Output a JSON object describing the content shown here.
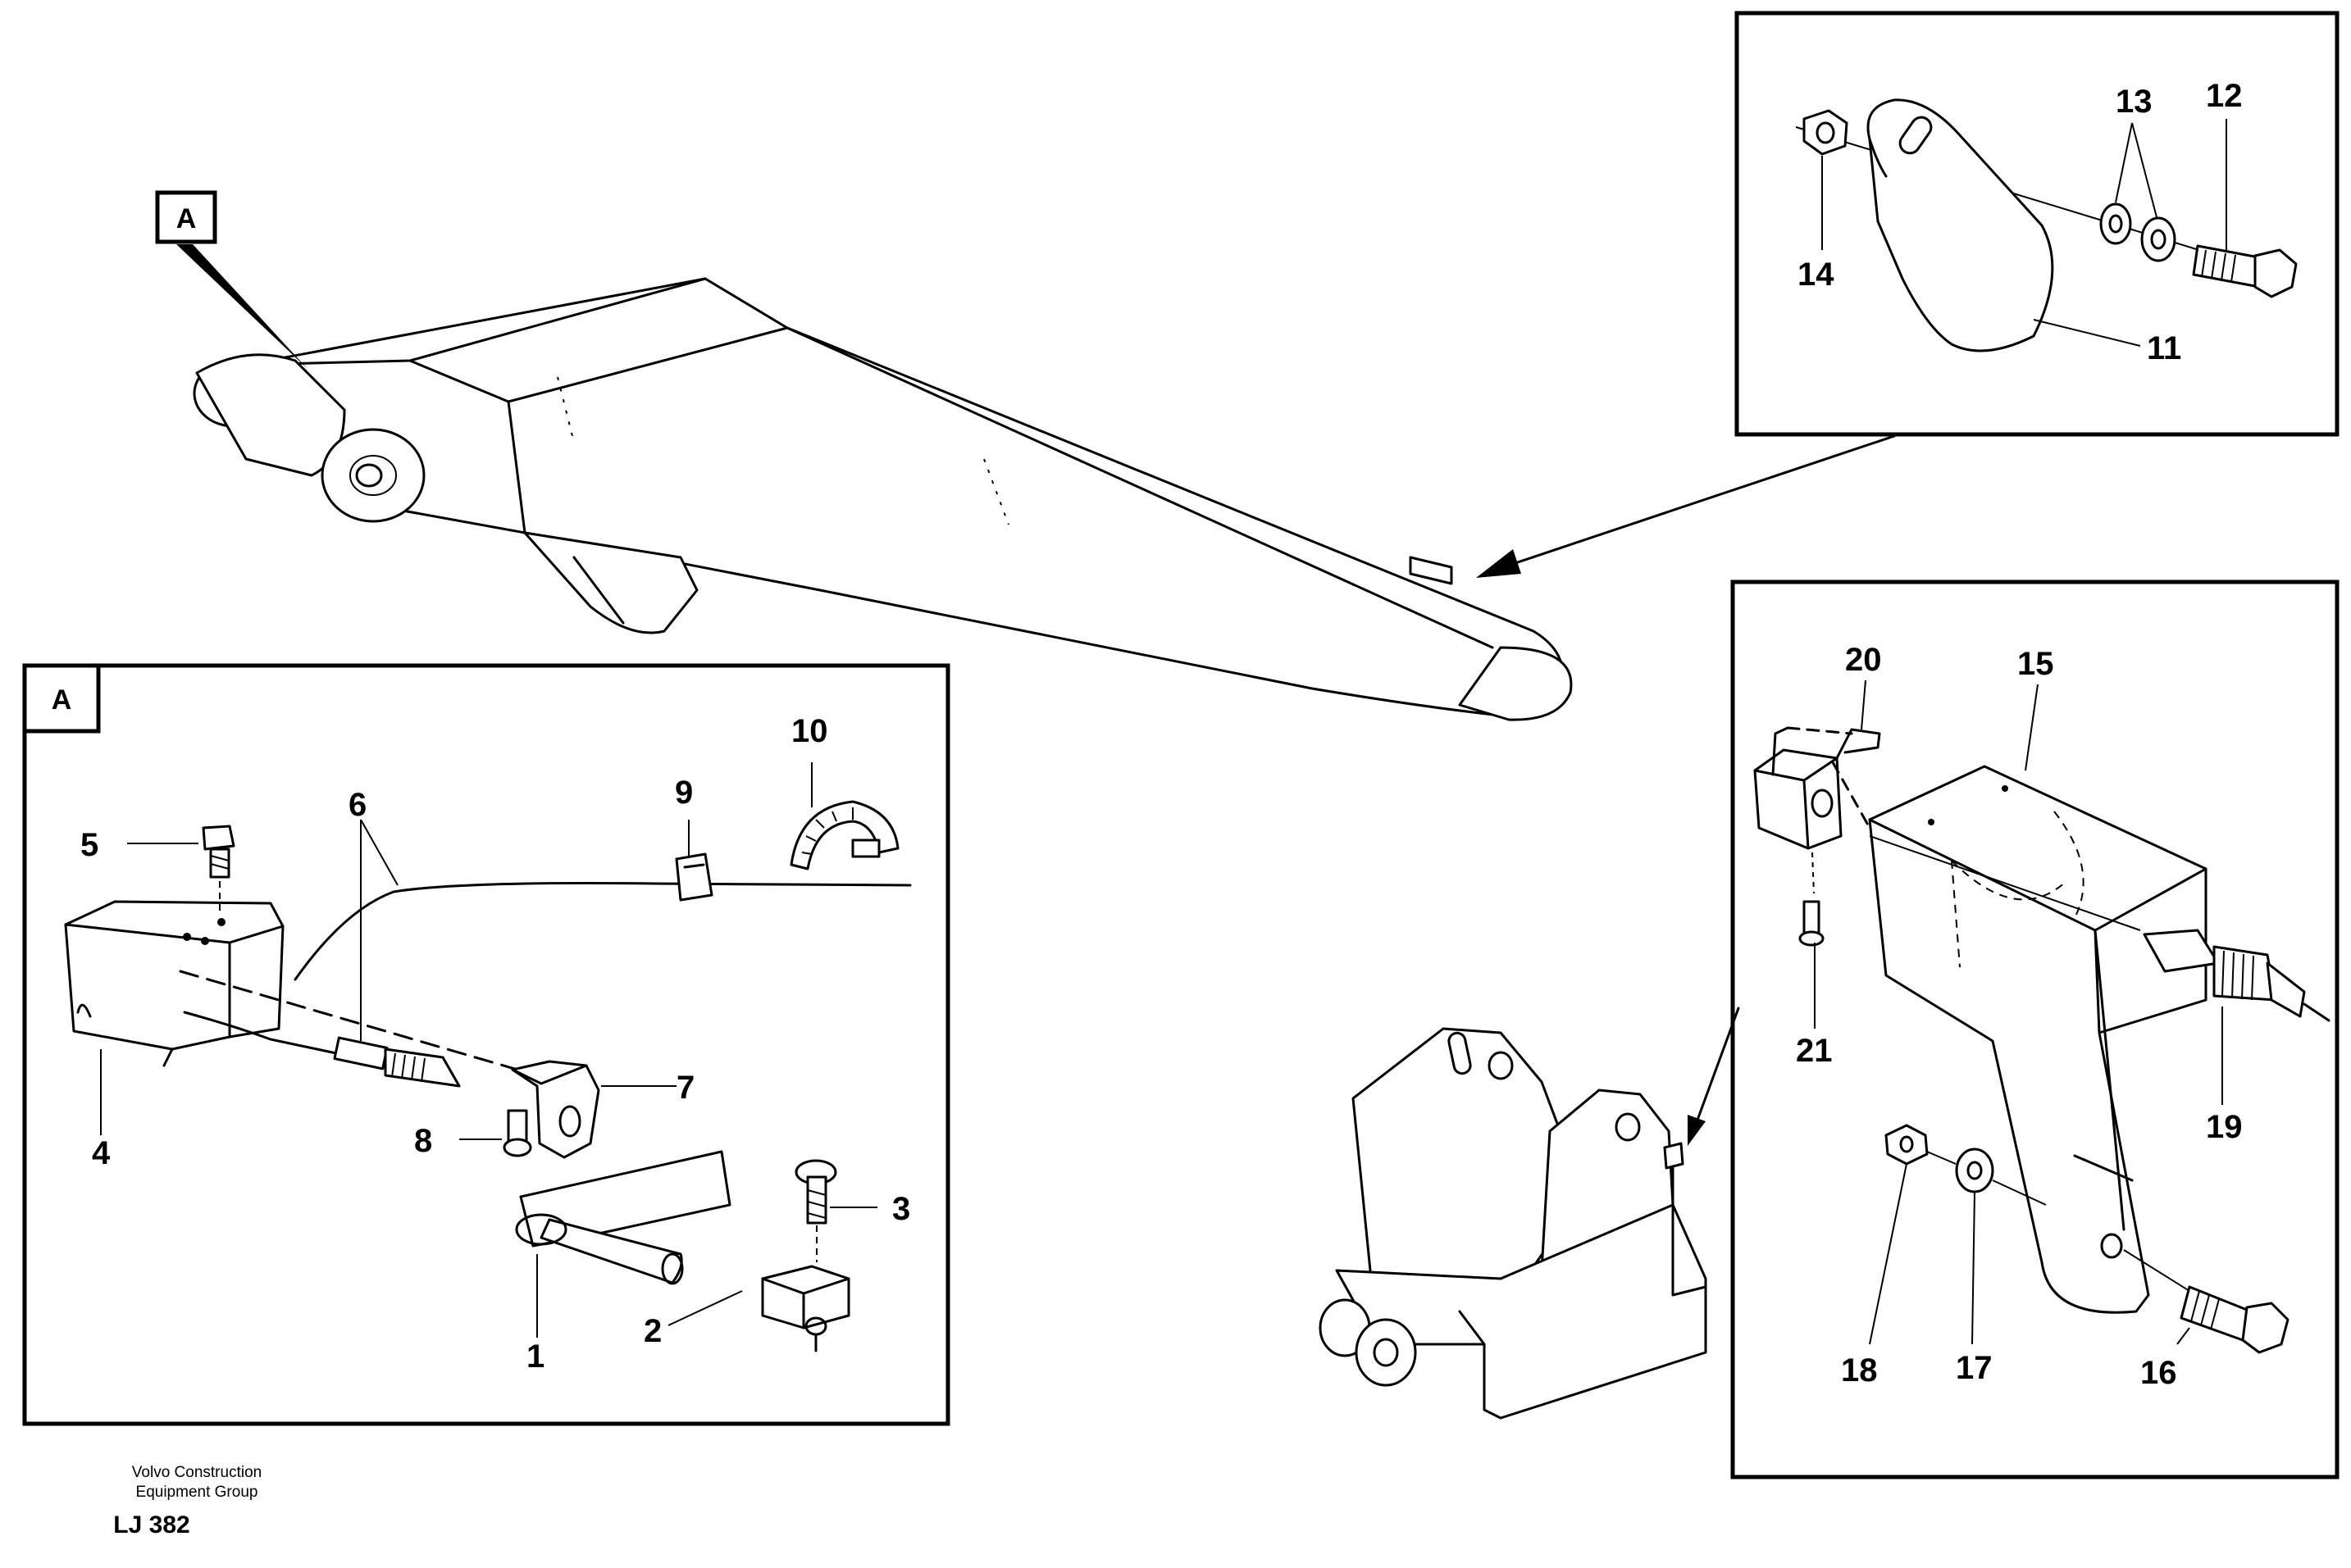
{
  "callouts": {
    "main_label": "A",
    "detail_label": "A"
  },
  "parts_a": [
    {
      "id": "p1",
      "num": "1"
    },
    {
      "id": "p2",
      "num": "2"
    },
    {
      "id": "p3",
      "num": "3"
    },
    {
      "id": "p4",
      "num": "4"
    },
    {
      "id": "p5",
      "num": "5"
    },
    {
      "id": "p6",
      "num": "6"
    },
    {
      "id": "p7",
      "num": "7"
    },
    {
      "id": "p8",
      "num": "8"
    },
    {
      "id": "p9",
      "num": "9"
    },
    {
      "id": "p10",
      "num": "10"
    }
  ],
  "parts_top_right": [
    {
      "id": "p11",
      "num": "11"
    },
    {
      "id": "p12",
      "num": "12"
    },
    {
      "id": "p13",
      "num": "13"
    },
    {
      "id": "p14",
      "num": "14"
    }
  ],
  "parts_bottom_right": [
    {
      "id": "p15",
      "num": "15"
    },
    {
      "id": "p16",
      "num": "16"
    },
    {
      "id": "p17",
      "num": "17"
    },
    {
      "id": "p18",
      "num": "18"
    },
    {
      "id": "p19",
      "num": "19"
    },
    {
      "id": "p20",
      "num": "20"
    },
    {
      "id": "p21",
      "num": "21"
    }
  ],
  "footer": {
    "company_line1": "Volvo Construction",
    "company_line2": "Equipment Group",
    "drawing_code": "LJ 382"
  }
}
